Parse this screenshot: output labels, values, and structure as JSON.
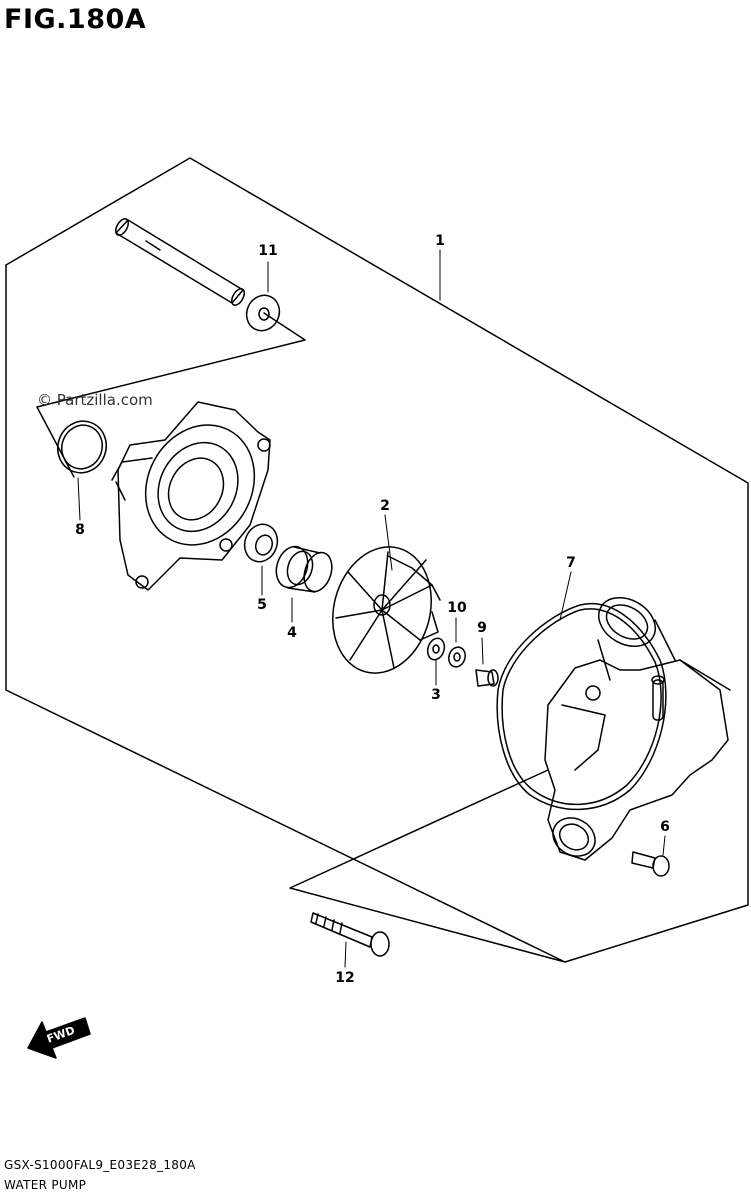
{
  "figure": {
    "title": "FIG.180A",
    "watermark": "© Partzilla.com"
  },
  "footer": {
    "code": "GSX-S1000FAL9_E03E28_180A",
    "caption": "WATER PUMP"
  },
  "fwd_arrow": {
    "label": "FWD"
  },
  "callouts": [
    "1",
    "2",
    "3",
    "4",
    "5",
    "6",
    "7",
    "8",
    "9",
    "10",
    "11",
    "12"
  ],
  "parts": [
    {
      "ref": "1",
      "icon": "water-pump-assembly-outline"
    },
    {
      "ref": "2",
      "icon": "impeller-icon"
    },
    {
      "ref": "3",
      "icon": "washer-icon"
    },
    {
      "ref": "4",
      "icon": "mechanical-seal-icon"
    },
    {
      "ref": "5",
      "icon": "oil-seal-icon"
    },
    {
      "ref": "6",
      "icon": "bolt-icon"
    },
    {
      "ref": "7",
      "icon": "gasket-icon"
    },
    {
      "ref": "8",
      "icon": "o-ring-icon"
    },
    {
      "ref": "9",
      "icon": "bolt-icon"
    },
    {
      "ref": "10",
      "icon": "washer-icon"
    },
    {
      "ref": "11",
      "icon": "washer-icon"
    },
    {
      "ref": "12",
      "icon": "bolt-icon"
    }
  ]
}
